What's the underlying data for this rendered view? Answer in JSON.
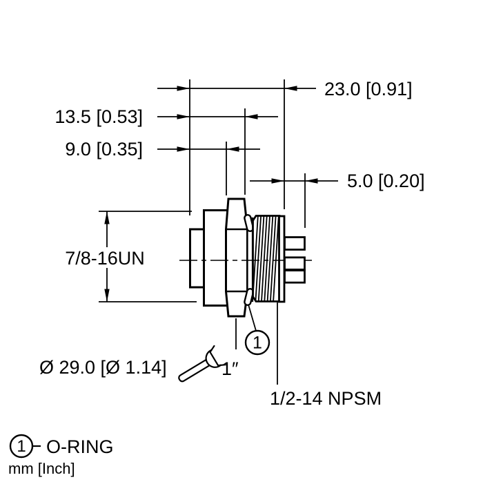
{
  "drawing": {
    "dimensions": {
      "total_length": "23.0 [0.91]",
      "rear_length": "13.5 [0.53]",
      "front_length": "9.0 [0.35]",
      "pin_length": "5.0 [0.20]"
    },
    "labels": {
      "body_thread": "7/8-16UN",
      "hex_flats_diameter": "Ø 29.0 [Ø 1.14]",
      "wrench_size": "1″",
      "coupling_thread": "1/2-14 NPSM"
    },
    "callout": {
      "number": "1"
    },
    "legend": {
      "number": "1",
      "label": "O-RING"
    },
    "units_note": "mm [Inch]",
    "colors": {
      "ink": "#000000",
      "paper": "#ffffff"
    }
  }
}
